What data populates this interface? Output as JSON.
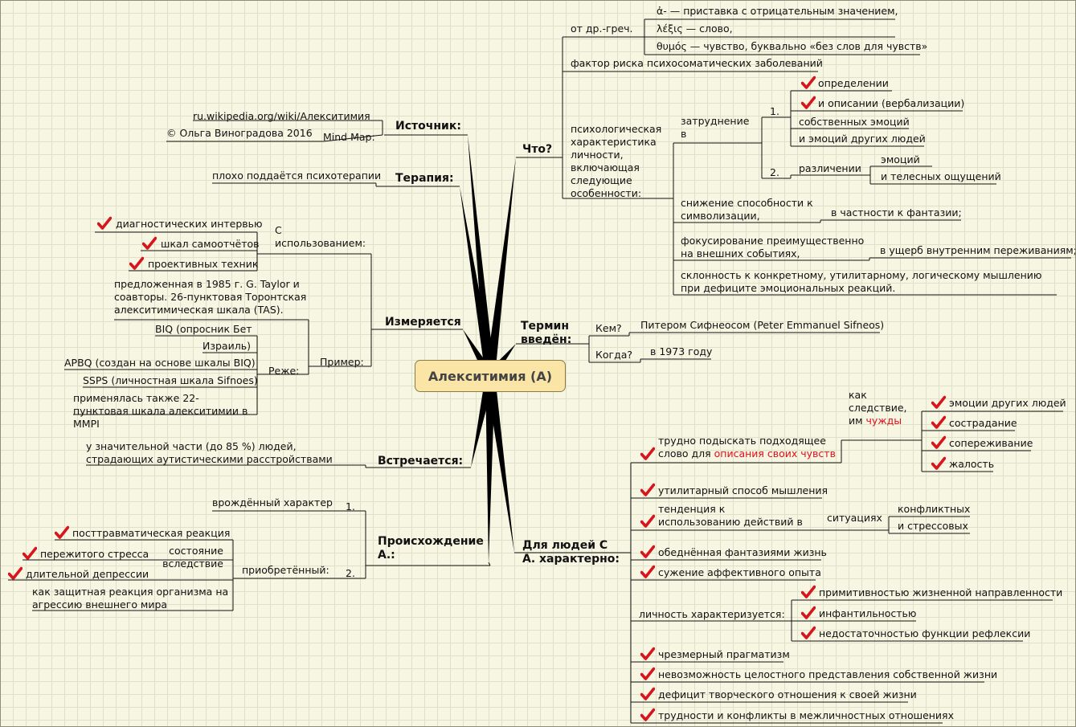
{
  "root": {
    "label": "Алекситимия (А)"
  },
  "source": {
    "label": "Источник:",
    "url": "ru.wikipedia.org/wiki/Алекситимия",
    "mindmap_label": "Mind Map:",
    "author": "© Ольга Виноградова 2016"
  },
  "therapy": {
    "label": "Терапия:",
    "text": "плохо поддаётся психотерапии"
  },
  "measured": {
    "label": "Измеряется",
    "using_label": "С использованием:",
    "using_items": [
      "диагностических интервью",
      "шкал самоотчётов",
      "проективных техник"
    ],
    "example_label": "Пример:",
    "example_text": "предложенная в 1985 г. G. Taylor и соавторы. 26-пунктовая Торонтская алекситимическая шкала (TAS).",
    "rarer_label": "Реже:",
    "rarer_items": [
      "BIQ (опросник Бет",
      "Израиль)",
      "APBQ (создан на основе шкалы BIQ)",
      "SSPS (личностная шкала Sifnoes)",
      "применялась также 22-пунктовая шкала алекситимии в MMPI"
    ]
  },
  "occurs": {
    "label": "Встречается:",
    "text": "у значительной части (до 85 %) людей, страдающих аутистическими расстройствами"
  },
  "origin": {
    "label": "Происхождение А.:",
    "n1": "1.",
    "n2": "2.",
    "innate": "врождённый характер",
    "acquired": "приобретённый:",
    "state_label": "состояние вследствие",
    "state_items": [
      "посттравматическая реакция",
      "пережитого стресса",
      "длительной депрессии"
    ],
    "protective": "как защитная реакция организма на агрессию внешнего мира"
  },
  "what": {
    "label": "Что?",
    "greek_label": "от др.-греч.",
    "greek_items": [
      "ἀ- — приставка с отрицательным значением,",
      "λέξις — слово,",
      "θυμός — чувство, буквально «без слов для чувств»"
    ],
    "risk": "фактор риска психосоматических заболеваний",
    "psych_label": "психологическая характеристика личности, включающая следующие особенности:",
    "difficulty_label": "затруднение в",
    "n1": "1.",
    "n2": "2.",
    "difficulty_1": [
      "определении",
      "и описании (вербализации)",
      "собственных эмоций",
      "и эмоций других людей"
    ],
    "distinguish_label": "различении",
    "distinguish_items": [
      "эмоций",
      "и телесных ощущений"
    ],
    "symbol": "снижение способности к символизации,",
    "symbol_sub": "в частности к фантазии;",
    "focus": "фокусирование преимущественно на внешних событиях,",
    "focus_sub": "в ущерб внутренним переживаниям;",
    "concrete": "склонность к конкретному, утилитарному, логическому мышлению при дефиците эмоциональных реакций."
  },
  "term": {
    "label": "Термин введён:",
    "who_label": "Кем?",
    "who": "Питером Сифнеосом (Peter Emmanuel Sifneos)",
    "when_label": "Когда?",
    "when": "в 1973 году"
  },
  "people": {
    "label": "Для людей С А. характерно:",
    "hard_prefix": "трудно подыскать подходящее слово для ",
    "hard_red": "описания своих чувств",
    "consequence_prefix": "как следствие, им ",
    "consequence_red": "чужды",
    "alien_items": [
      "эмоции других людей",
      "сострадание",
      "сопереживание",
      "жалость"
    ],
    "util": "утилитарный способ мышления",
    "tend": "тенденция к использованию действий в",
    "situations": "ситуациях",
    "situation_items": [
      "конфликтных",
      "и стрессовых"
    ],
    "poor": "обеднённая фантазиями жизнь",
    "narrow": "сужение аффективного опыта",
    "personality_label": "личность характеризуется:",
    "personality_items": [
      "примитивностью жизненной направленности",
      "инфантильностью",
      "недостаточностью функции рефлексии"
    ],
    "tail_items": [
      "чрезмерный прагматизм",
      "невозможность целостного представления собственной жизни",
      "дефицит творческого отношения к своей жизни",
      "трудности и конфликты в межличностных отношениях"
    ]
  },
  "colors": {
    "background": "#f7f6e3",
    "grid": "#dfe0c8",
    "root_fill": "#fbe5a6",
    "check": "#d8141d",
    "accent": "#e0101a"
  }
}
